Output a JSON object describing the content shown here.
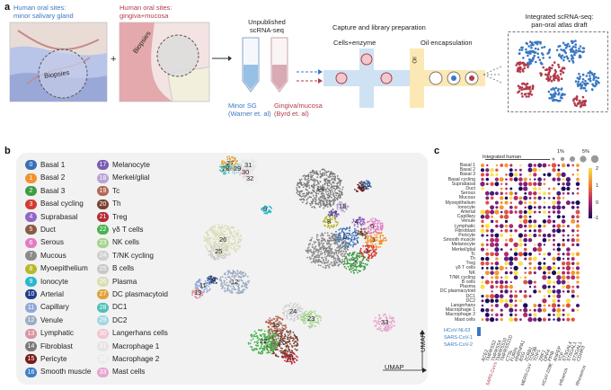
{
  "panel_a": {
    "letter": "a",
    "minor_site_title": [
      "Human oral sites:",
      "minor salivary gland"
    ],
    "gingiva_site_title": [
      "Human oral sites:",
      "gingiva+mucosa"
    ],
    "biopsies_label": "Biopsies",
    "plus": "+",
    "unpublished_title": [
      "Unpublished",
      "scRNA-seq"
    ],
    "minor_sg_caption": [
      "Minor SG",
      "(Warner et. al)"
    ],
    "gingiva_caption": [
      "Gingiva/mucosa",
      "(Byrd et. al)"
    ],
    "capture_title": "Capture and library preparation",
    "cells_enzyme": "Cells+enzyme",
    "oil_encapsulation": "Oil encapsulation",
    "oil_label": "Oil",
    "integrated_title": [
      "Integrated scRNA-seq:",
      "pan-oral atlas draft"
    ],
    "colors": {
      "blue": "#3a78c2",
      "red": "#b23a4a",
      "tube_blue": "#6fa8dc",
      "tube_red": "#c98a96"
    }
  },
  "panel_b": {
    "letter": "b",
    "umap_axis_label": "UMAP",
    "legend": [
      {
        "n": "0",
        "label": "Basal 1",
        "color": "#3a6fb6"
      },
      {
        "n": "1",
        "label": "Basal 2",
        "color": "#f0922e"
      },
      {
        "n": "2",
        "label": "Basal 3",
        "color": "#3f9c45"
      },
      {
        "n": "3",
        "label": "Basal cycling",
        "color": "#d23b33"
      },
      {
        "n": "4",
        "label": "Suprabasal",
        "color": "#9266c4"
      },
      {
        "n": "5",
        "label": "Duct",
        "color": "#8b5a44"
      },
      {
        "n": "6",
        "label": "Serous",
        "color": "#e27dc4"
      },
      {
        "n": "7",
        "label": "Mucous",
        "color": "#8a8a8a"
      },
      {
        "n": "8",
        "label": "Myoepithelium",
        "color": "#b8b82b"
      },
      {
        "n": "9",
        "label": "Ionocyte",
        "color": "#27b8cf"
      },
      {
        "n": "10",
        "label": "Arterial",
        "color": "#1f3e8c"
      },
      {
        "n": "11",
        "label": "Capillary",
        "color": "#8fa8d8"
      },
      {
        "n": "12",
        "label": "Venule",
        "color": "#9dabc3"
      },
      {
        "n": "13",
        "label": "Lymphatic",
        "color": "#d995a0"
      },
      {
        "n": "14",
        "label": "Fibroblast",
        "color": "#7a7a7a"
      },
      {
        "n": "15",
        "label": "Pericyte",
        "color": "#7a1c1c"
      },
      {
        "n": "16",
        "label": "Smooth muscle",
        "color": "#3d7fc9"
      },
      {
        "n": "17",
        "label": "Melanocyte",
        "color": "#7a5cb3"
      },
      {
        "n": "18",
        "label": "Merkel/glial",
        "color": "#b9a3d6"
      },
      {
        "n": "19",
        "label": "Tc",
        "color": "#b16a55"
      },
      {
        "n": "20",
        "label": "Th",
        "color": "#7a4232"
      },
      {
        "n": "21",
        "label": "Treg",
        "color": "#b52a33"
      },
      {
        "n": "22",
        "label": "γδ T cells",
        "color": "#49b24f"
      },
      {
        "n": "23",
        "label": "NK cells",
        "color": "#a6d48e"
      },
      {
        "n": "24",
        "label": "T/NK cycling",
        "color": "#cfcfcf"
      },
      {
        "n": "25",
        "label": "B cells",
        "color": "#c8c8c8"
      },
      {
        "n": "26",
        "label": "Plasma",
        "color": "#dcdcb4"
      },
      {
        "n": "27",
        "label": "DC plasmacytoid",
        "color": "#e0a33a"
      },
      {
        "n": "28",
        "label": "DC1",
        "color": "#4fc0b8"
      },
      {
        "n": "29",
        "label": "DC2",
        "color": "#9fd9e0"
      },
      {
        "n": "30",
        "label": "Langerhans cells",
        "color": "#f2c6d0"
      },
      {
        "n": "31",
        "label": "Macrophage 1",
        "color": "#e4e4e4"
      },
      {
        "n": "32",
        "label": "Macrophage 2",
        "color": "#ececec"
      },
      {
        "n": "33",
        "label": "Mast cells",
        "color": "#e8a6cf"
      }
    ],
    "cluster_labels": [
      "27",
      "28",
      "29",
      "31",
      "30",
      "32",
      "14",
      "15",
      "16",
      "18",
      "17",
      "9",
      "8",
      "4",
      "6",
      "5",
      "0",
      "1",
      "3",
      "7",
      "2",
      "26",
      "25",
      "10",
      "11",
      "13",
      "12",
      "24",
      "23",
      "19",
      "22",
      "20",
      "21",
      "33"
    ]
  },
  "panel_c": {
    "letter": "c",
    "header": "Integrated human",
    "size_legend": [
      "1%",
      "5%"
    ],
    "colorbar_ticks": [
      "2",
      "1",
      "0",
      "-1"
    ],
    "rows": [
      "Basal 1",
      "Basal 2",
      "Basal 3",
      "Basal cycling",
      "Suprabasal",
      "Duct",
      "Serous",
      "Mucous",
      "Myoepithelium",
      "Ionocyte",
      "Arterial",
      "Capillary",
      "Venule",
      "Lymphatic",
      "Fibroblast",
      "Pericyte",
      "Smooth muscle",
      "Melanocyte",
      "Merkel/glial",
      "Tc",
      "Th",
      "Treg",
      "γδ T cells",
      "NK",
      "T/NK cycling",
      "B cells",
      "Plasma",
      "DC plasmacytoid",
      "DC1",
      "DC2",
      "Langerhans",
      "Macrophage 1",
      "Macrophage 2",
      "Mast cells"
    ],
    "columns": [
      "ACE2",
      "TMPRSS2",
      "TMPRSS4",
      "TMPRSS10",
      "TMPRSS11D",
      "CTSL",
      "FURIN",
      "HNRNPA1",
      "BSG",
      "ZCRB1",
      "TOP3B",
      "TOP1",
      "ZRF1",
      "DPP4",
      "PPIB",
      "ANPEP",
      "VCP",
      "ST3GAL4",
      "ST6GAL1",
      "ST3GAL1",
      "CDHR3"
    ],
    "virus_rows": [
      "HCoV-NL63",
      "SARS-CoV-1",
      "SARS-CoV-2"
    ],
    "virus_groups": [
      "SARS-CoVs",
      "MERS-CoV",
      "HCoV-229E",
      "Influenza",
      "Rhinovirus"
    ]
  }
}
